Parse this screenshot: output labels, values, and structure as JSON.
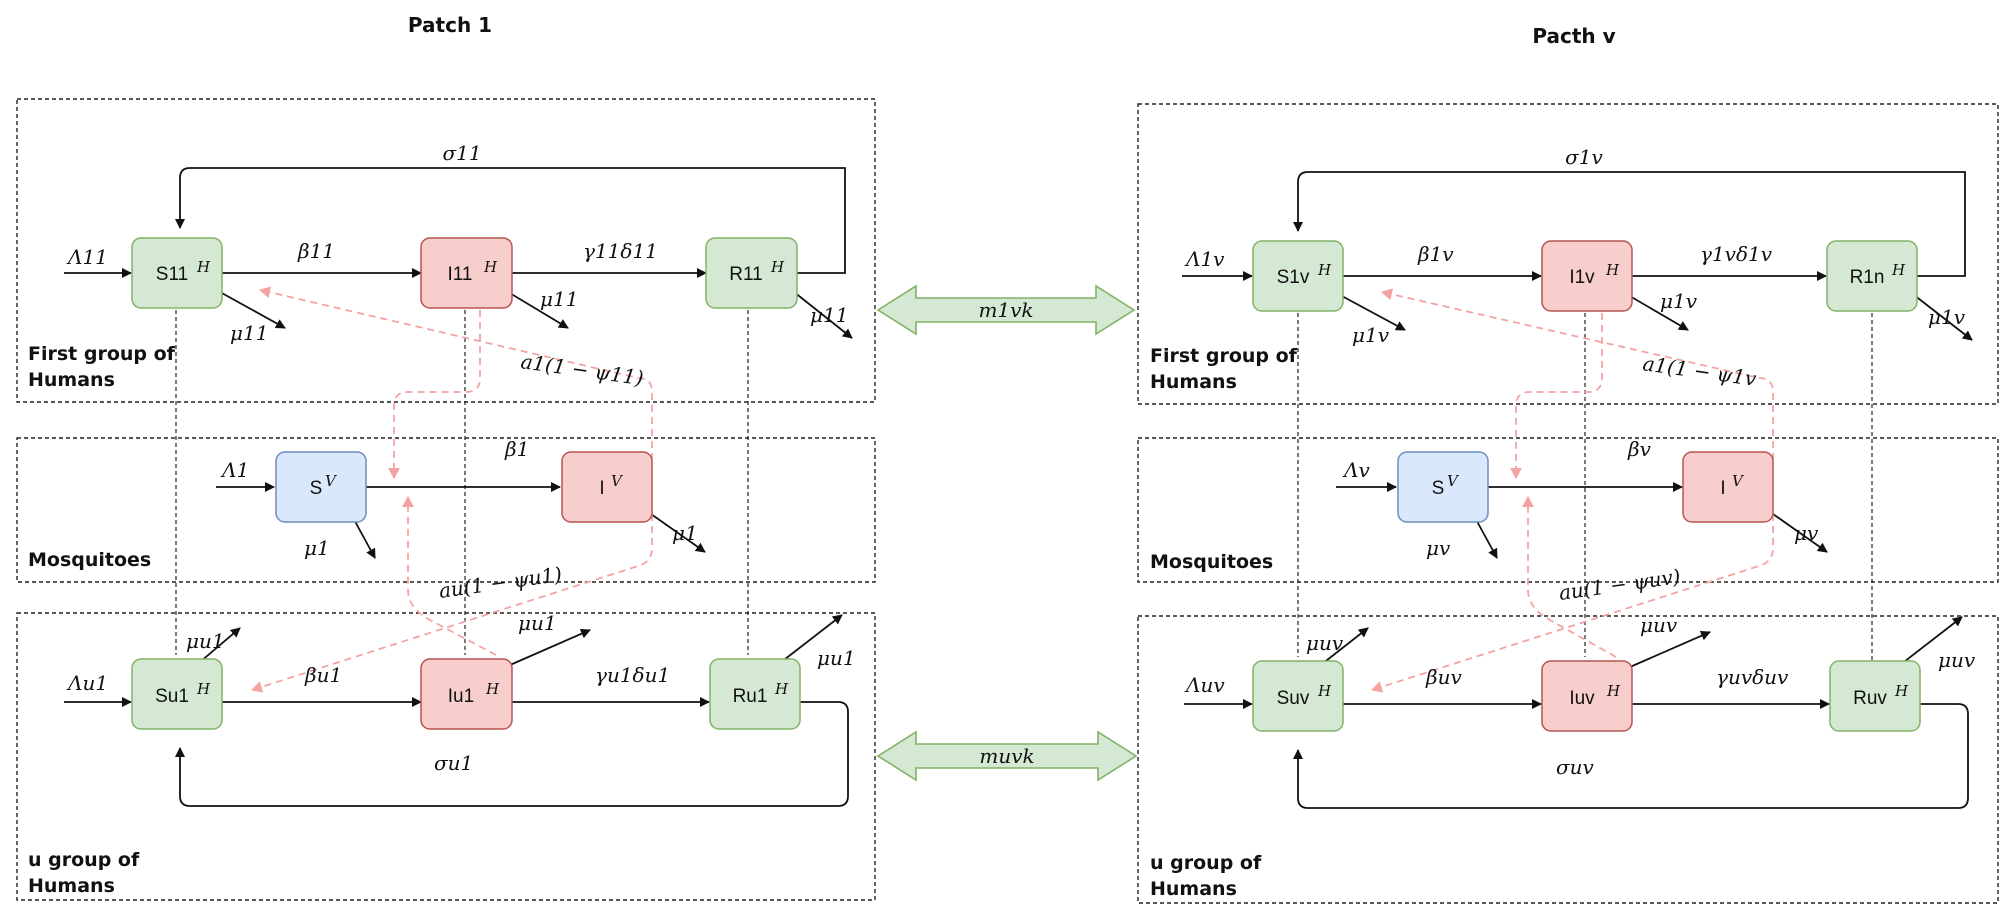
{
  "headers": {
    "left": "Patch 1",
    "right": "Pacth v"
  },
  "colors": {
    "human_susceptible": "#d5e8d4",
    "human_border": "#82b366",
    "infected": "#f8cecc",
    "infected_border": "#b85450",
    "vector_susceptible": "#dae8fc",
    "vector_border": "#6c8ebf",
    "contact_arrow": "#f4a3a3",
    "migration": "#d5e8d4"
  },
  "patches": [
    {
      "groups": {
        "top": [
          "First group of",
          "Humans"
        ],
        "mid": "Mosquitoes",
        "bottom": [
          "u group of",
          "Humans"
        ]
      },
      "top_nodes": {
        "S": "S11",
        "I": "I11",
        "R": "R11"
      },
      "bottom_nodes": {
        "S": "Su1",
        "I": "Iu1",
        "R": "Ru1"
      },
      "vector_nodes": {
        "S": "S",
        "I": "I"
      },
      "top_params": {
        "recruit": "Λ11",
        "beta": "β11",
        "gamma_delta": "γ11δ11",
        "sigma": "σ11",
        "mu_s": "μ11",
        "mu_i": "μ11",
        "mu_r": "μ11",
        "contact": "a1(1 − ψ11)"
      },
      "bottom_params": {
        "recruit": "Λu1",
        "beta": "βu1",
        "gamma_delta": "γu1δu1",
        "sigma": "σu1",
        "mu_s": "μu1",
        "mu_i": "μu1",
        "mu_r": "μu1",
        "contact": "au(1 − ψu1)"
      },
      "vector_params": {
        "recruit": "Λ1",
        "beta": "β1",
        "mu_s": "μ1",
        "mu_i": "μ1"
      }
    },
    {
      "groups": {
        "top": [
          "First group of",
          "Humans"
        ],
        "mid": "Mosquitoes",
        "bottom": [
          "u group of",
          "Humans"
        ]
      },
      "top_nodes": {
        "S": "S1v",
        "I": "I1v",
        "R": "R1n"
      },
      "bottom_nodes": {
        "S": "Suv",
        "I": "Iuv",
        "R": "Ruv"
      },
      "vector_nodes": {
        "S": "S",
        "I": "I"
      },
      "top_params": {
        "recruit": "Λ1v",
        "beta": "β1v",
        "gamma_delta": "γ1vδ1v",
        "sigma": "σ1v",
        "mu_s": "μ1v",
        "mu_i": "μ1v",
        "mu_r": "μ1v",
        "contact": "a1(1 − ψ1v"
      },
      "bottom_params": {
        "recruit": "Λuv",
        "beta": "βuv",
        "gamma_delta": "γuvδuv",
        "sigma": "σuv",
        "mu_s": "μuv",
        "mu_i": "μuv",
        "mu_r": "μuv",
        "contact": "au(1 − ψuv)"
      },
      "vector_params": {
        "recruit": "Λv",
        "beta": "βv",
        "mu_s": "μv",
        "mu_i": "μv"
      }
    }
  ],
  "migrations": {
    "top": "m1vk",
    "bottom": "muvk"
  }
}
